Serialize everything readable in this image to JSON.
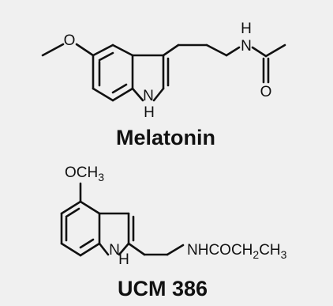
{
  "molecules": [
    {
      "name": "Melatonin",
      "atoms": {
        "methoxy_o": "O",
        "ring_nh_n": "N",
        "ring_nh_h": "H",
        "amide_n": "N",
        "amide_h": "H",
        "carbonyl_o": "O"
      }
    },
    {
      "name": "UCM 386",
      "atoms": {
        "ring_nh_n": "N",
        "ring_nh_h": "H"
      },
      "groups": {
        "methoxy": {
          "base": "OCH",
          "sub": "3"
        },
        "side_chain": {
          "part1": "NHCOCH",
          "sub1": "2",
          "part2": "CH",
          "sub2": "3"
        }
      }
    }
  ],
  "colors": {
    "background": "#f0f0f0",
    "ink": "#111111"
  }
}
